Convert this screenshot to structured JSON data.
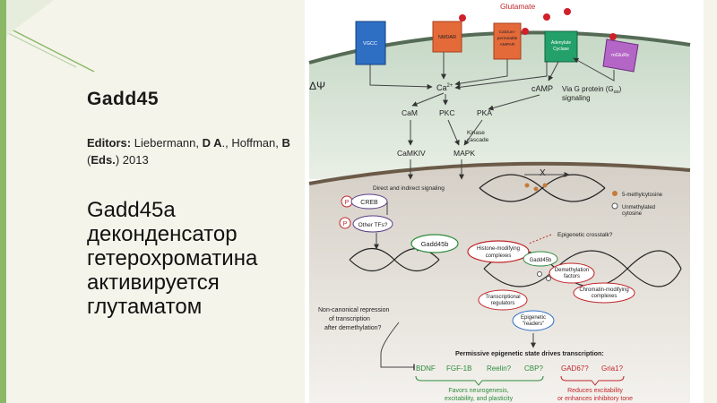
{
  "slide": {
    "title": "Gadd45",
    "editors_label": "Editors:",
    "editors_names": [
      {
        "bold": false,
        "text": " Liebermann, "
      },
      {
        "bold": true,
        "text": "D A"
      },
      {
        "bold": false,
        "text": "., Hoffman, "
      },
      {
        "bold": true,
        "text": "B"
      },
      {
        "bold": false,
        "text": " ("
      },
      {
        "bold": true,
        "text": "Eds."
      },
      {
        "bold": false,
        "text": ") 2013"
      }
    ],
    "body_lines": [
      "Gadd45a",
      "деконденсатор",
      "гетерохроматина",
      "активируется",
      "глутаматом"
    ]
  },
  "figure": {
    "top_label": "Glutamate",
    "channels": {
      "vgcc": "VGCC",
      "nmdar": "NMDAR",
      "ampar": [
        "Calcium-",
        "permeable",
        "AMPAR"
      ],
      "adenylate": [
        "Adenylate",
        "Cyclase"
      ],
      "mglur": "mGluRs"
    },
    "delta_psi": "ΔΨ",
    "ca": "Ca",
    "ca_sup": "2+",
    "camp": "cAMP",
    "via_g": [
      "Via G protein (G",
      "αs",
      ")",
      "signaling"
    ],
    "cam": "CaM",
    "pkc": "PKC",
    "pka": "PKA",
    "kinase": [
      "Kinase",
      "cascade"
    ],
    "camkiv": "CaMKIV",
    "mapk": "MAPK",
    "direct": "Direct and indirect signaling",
    "creb": "CREB",
    "other_tfs": "Other TFs?",
    "p": "P",
    "gadd45b": "Gadd45b",
    "legend": {
      "methyl": "5-methylcytosine",
      "unmethyl": [
        "Unmethylated",
        "cytosine"
      ]
    },
    "crosstalk": "Epigenetic crosstalk?",
    "histone": [
      "Histone-modifying",
      "complexes"
    ],
    "gadd45b_small": "Gadd45b",
    "demeth": [
      "Demethylation",
      "factors"
    ],
    "chromatin": [
      "Chromatin-modifying",
      "complexes"
    ],
    "transreg": [
      "Transcriptional",
      "regulators"
    ],
    "readers": [
      "Epigenetic",
      "\"readers\""
    ],
    "noncanon": [
      "Non-canonical repression",
      "of transcription",
      "after demethylation?"
    ],
    "permissive": "Permissive epigenetic state drives transcription:",
    "genes_green": [
      "BDNF",
      "FGF-1B",
      "Reelin?",
      "CBP?"
    ],
    "genes_red": [
      "GAD67?",
      "Gria1?"
    ],
    "favors": [
      "Favors neurogenesis,",
      "excitability, and plasticity"
    ],
    "reduces": [
      "Reduces excitability",
      "or enhances inhibitory tone"
    ],
    "x_mark": "X"
  },
  "colors": {
    "accent_green": "#8ab866",
    "gene_green": "#2e8b3c",
    "gene_red": "#c0262a"
  }
}
